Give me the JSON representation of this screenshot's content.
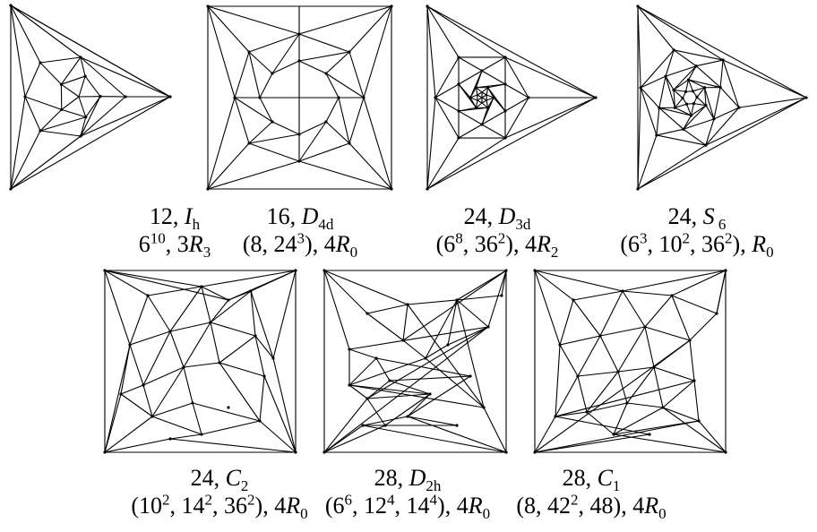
{
  "figures": [
    {
      "id": "A",
      "caption_line1": [
        "12, ",
        {
          "i": "I"
        },
        {
          "sub": "h"
        }
      ],
      "caption_line2": [
        "6",
        {
          "sup": "10"
        },
        ", 3",
        {
          "i": "R"
        },
        {
          "sub": "3"
        }
      ]
    },
    {
      "id": "B",
      "caption_line1": [
        "16, ",
        {
          "i": "D"
        },
        {
          "sub": "4d"
        }
      ],
      "caption_line2": [
        "(8, 24",
        {
          "sup": "3"
        },
        "), 4",
        {
          "i": "R"
        },
        {
          "sub": "0"
        }
      ]
    },
    {
      "id": "C",
      "caption_line1": [
        "24, ",
        {
          "i": "D"
        },
        {
          "sub": "3d"
        }
      ],
      "caption_line2": [
        "(6",
        {
          "sup": "8"
        },
        ", 36",
        {
          "sup": "2"
        },
        "), 4",
        {
          "i": "R"
        },
        {
          "sub": "2"
        }
      ]
    },
    {
      "id": "D",
      "caption_line1": [
        "24, ",
        {
          "i": "S"
        },
        {
          "sub": " 6"
        }
      ],
      "caption_line2": [
        "(6",
        {
          "sup": "3"
        },
        ", 10",
        {
          "sup": "2"
        },
        ", 36",
        {
          "sup": "2"
        },
        "), ",
        {
          "i": "R"
        },
        {
          "sub": "0"
        }
      ]
    },
    {
      "id": "E",
      "caption_line1": [
        "24, ",
        {
          "i": "C"
        },
        {
          "sub": "2"
        }
      ],
      "caption_line2": [
        "(10",
        {
          "sup": "2"
        },
        ", 14",
        {
          "sup": "2"
        },
        ", 36",
        {
          "sup": "2"
        },
        "), 4",
        {
          "i": "R"
        },
        {
          "sub": "0"
        }
      ]
    },
    {
      "id": "F",
      "caption_line1": [
        "28, ",
        {
          "i": "D"
        },
        {
          "sub": "2h"
        }
      ],
      "caption_line2": [
        "(6",
        {
          "sup": "6"
        },
        ", 12",
        {
          "sup": "4"
        },
        ", 14",
        {
          "sup": "4"
        },
        "), 4",
        {
          "i": "R"
        },
        {
          "sub": "0"
        }
      ]
    },
    {
      "id": "G",
      "caption_line1": [
        "28, ",
        {
          "i": "C"
        },
        {
          "sub": "1"
        }
      ],
      "caption_line2": [
        "(8, 42",
        {
          "sup": "2"
        },
        ", 48), 4",
        {
          "i": "R"
        },
        {
          "sub": "0"
        }
      ]
    }
  ]
}
